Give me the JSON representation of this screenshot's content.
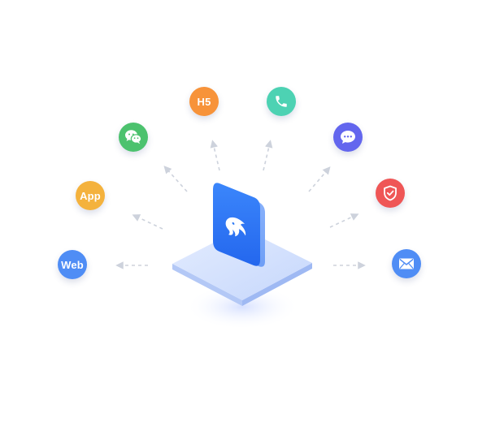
{
  "channels": {
    "web": {
      "label": "Web",
      "color": "#4f8df5"
    },
    "app": {
      "label": "App",
      "color": "#f4b23d"
    },
    "wechat": {
      "icon": "wechat-icon",
      "color": "#4cc26e"
    },
    "h5": {
      "label": "H5",
      "color": "#f7933a"
    },
    "phone": {
      "icon": "phone-icon",
      "color": "#4dd2b3"
    },
    "chat": {
      "icon": "chat-bubble-icon",
      "color": "#6366ee"
    },
    "security": {
      "icon": "shield-check-icon",
      "color": "#ef5656"
    },
    "email": {
      "icon": "envelope-icon",
      "color": "#4f8df5"
    }
  },
  "hub": {
    "icon": "dolphin-logo-icon",
    "color": "#2f7bf5",
    "platform_color": "#c8d8fb"
  }
}
